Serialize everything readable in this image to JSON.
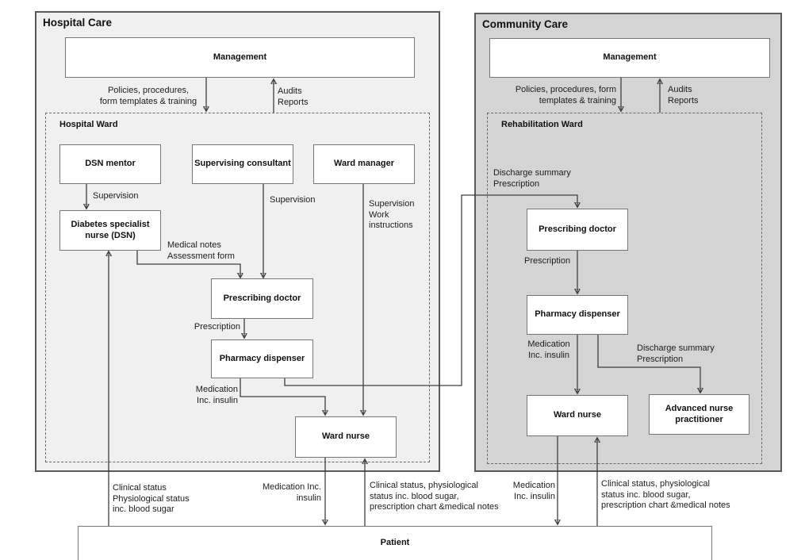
{
  "sections": {
    "hospital": {
      "title": "Hospital Care",
      "ward_title": "Hospital Ward"
    },
    "community": {
      "title": "Community Care",
      "ward_title": "Rehabilitation Ward"
    }
  },
  "nodes": {
    "hospital_management": "Management",
    "dsn_mentor": "DSN mentor",
    "supervising_consultant": "Supervising consultant",
    "ward_manager": "Ward manager",
    "diabetes_specialist_nurse": "Diabetes specialist\nnurse (DSN)",
    "hospital_prescribing_doctor": "Prescribing doctor",
    "hospital_pharmacy_dispenser": "Pharmacy dispenser",
    "hospital_ward_nurse": "Ward nurse",
    "community_management": "Management",
    "community_prescribing_doctor": "Prescribing doctor",
    "community_pharmacy_dispenser": "Pharmacy dispenser",
    "community_ward_nurse": "Ward nurse",
    "advanced_nurse_practitioner": "Advanced nurse\npractitioner",
    "patient": "Patient"
  },
  "edge_labels": {
    "hospital_policies": "Policies, procedures,\nform templates & training",
    "hospital_audits": "Audits\nReports",
    "mentor_supervision": "Supervision",
    "medical_notes": "Medical notes\nAssessment form",
    "consultant_supervision": "Supervision",
    "ward_manager_supervision": "Supervision\nWork\ninstructions",
    "hospital_prescription": "Prescription",
    "hospital_medication": "Medication\nInc. insulin",
    "discharge_to_community": "Discharge summary\nPrescription",
    "hospital_nurse_medication": "Medication Inc.\ninsulin",
    "hospital_patient_clinical": "Clinical status, physiological\nstatus inc. blood sugar,\nprescription chart &medical notes",
    "dsn_patient_clinical": "Clinical status\nPhysiological status\ninc. blood sugar",
    "community_policies": "Policies, procedures, form\ntemplates & training",
    "community_audits": "Audits\nReports",
    "community_prescription": "Prescription",
    "community_medication": "Medication\nInc. insulin",
    "community_discharge": "Discharge summary\nPrescription",
    "community_nurse_medication": "Medication\nInc. insulin",
    "community_patient_clinical": "Clinical status, physiological\nstatus inc. blood sugar,\nprescription chart &medical notes"
  }
}
